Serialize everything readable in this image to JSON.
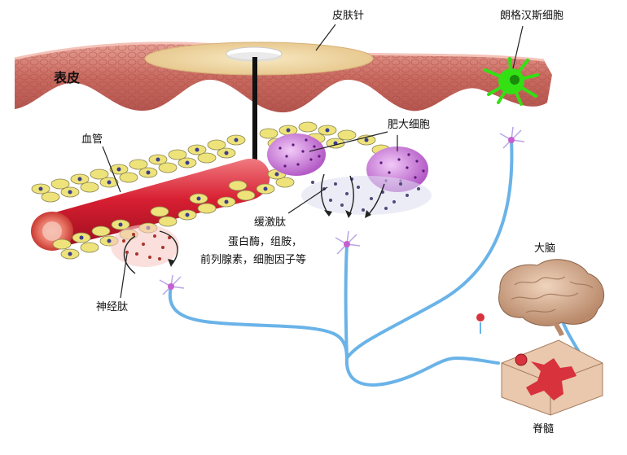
{
  "labels": {
    "skin_needle": "皮肤针",
    "langerhans": "朗格汉斯细胞",
    "epidermis": "表皮",
    "mast_cell": "肥大细胞",
    "blood_vessel": "血管",
    "bradykinin": "缓激肽",
    "mediators_line1": "蛋白酶，组胺，",
    "mediators_line2": "前列腺素，细胞因子等",
    "neuropeptide": "神经肽",
    "brain": "大脑",
    "spinal_cord": "脊髓"
  },
  "colors": {
    "epidermis": "#c96a60",
    "vessel": "#d81f32",
    "cell_yellow": "#eee37a",
    "mast_cell": "#c77ad6",
    "nerve": "#6ab3e8",
    "langerhans": "#33e014",
    "spinal_red": "#d8323d"
  }
}
